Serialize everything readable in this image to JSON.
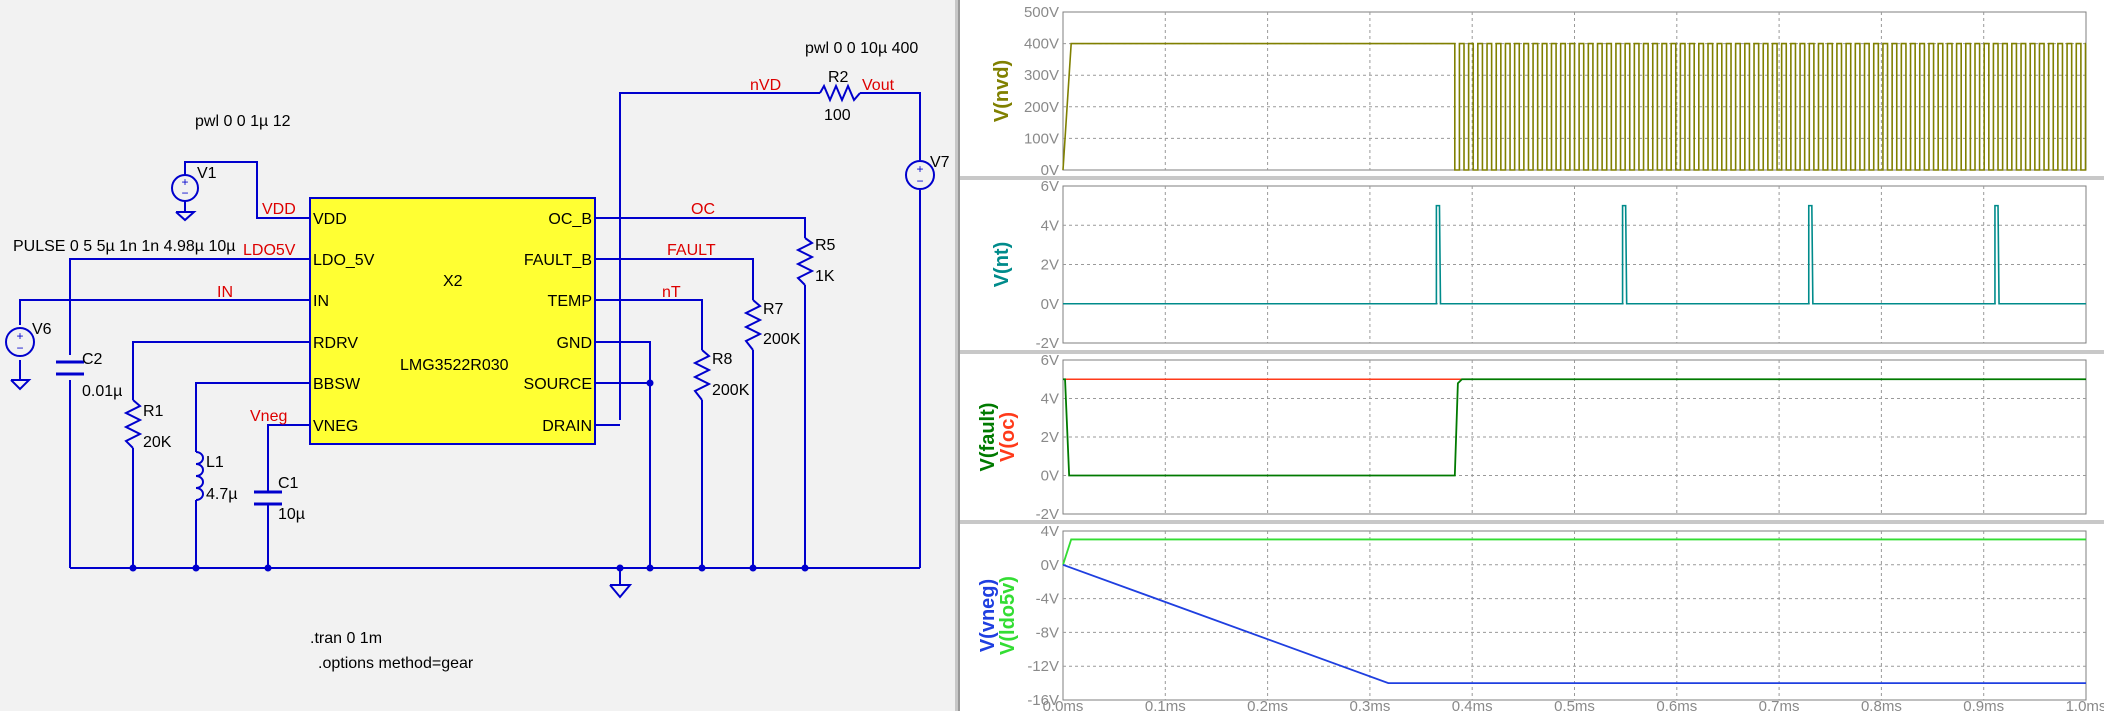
{
  "schematic": {
    "directives": {
      "v2_source": "pwl 0 0 10µ 400",
      "v1_source": "pwl 0 0 1µ 12",
      "v6_source": "PULSE 0 5 5µ 1n 1n 4.98µ 10µ",
      "tran": ".tran 0 1m",
      "options": ".options method=gear"
    },
    "ic": {
      "ref": "X2",
      "part": "LMG3522R030",
      "pins_left": [
        "VDD",
        "LDO_5V",
        "IN",
        "RDRV",
        "BBSW",
        "VNEG"
      ],
      "pins_right": [
        "OC_B",
        "FAULT_B",
        "TEMP",
        "GND",
        "SOURCE",
        "DRAIN"
      ]
    },
    "net_labels": {
      "nvd": "nVD",
      "vout": "Vout",
      "vdd": "VDD",
      "ldo5v": "LDO5V",
      "in": "IN",
      "vneg": "Vneg",
      "oc": "OC",
      "fault": "FAULT",
      "nt": "nT"
    },
    "components": {
      "v1": {
        "ref": "V1"
      },
      "v6": {
        "ref": "V6"
      },
      "v7": {
        "ref": "V7"
      },
      "r2": {
        "ref": "R2",
        "value": "100"
      },
      "r5": {
        "ref": "R5",
        "value": "1K"
      },
      "r7": {
        "ref": "R7",
        "value": "200K"
      },
      "r8": {
        "ref": "R8",
        "value": "200K"
      },
      "r1": {
        "ref": "R1",
        "value": "20K"
      },
      "l1": {
        "ref": "L1",
        "value": "4.7µ"
      },
      "c1": {
        "ref": "C1",
        "value": "10µ"
      },
      "c2": {
        "ref": "C2",
        "value": "0.01µ"
      }
    },
    "colors": {
      "wire": "#0000cd",
      "ic_fill": "#ffff33",
      "net_label": "#dd0000"
    }
  },
  "waveforms": {
    "x_ticks": [
      "0.0ms",
      "0.1ms",
      "0.2ms",
      "0.3ms",
      "0.4ms",
      "0.5ms",
      "0.6ms",
      "0.7ms",
      "0.8ms",
      "0.9ms",
      "1.0ms"
    ],
    "panes": [
      {
        "traces": [
          {
            "label": "V(nvd)",
            "color": "#808000"
          }
        ],
        "y_ticks": [
          "500V",
          "400V",
          "300V",
          "200V",
          "100V",
          "0V"
        ]
      },
      {
        "traces": [
          {
            "label": "V(nt)",
            "color": "#008b8b"
          }
        ],
        "y_ticks": [
          "6V",
          "4V",
          "2V",
          "0V",
          "-2V"
        ]
      },
      {
        "traces": [
          {
            "label": "V(fault)",
            "color": "#007a00"
          },
          {
            "label": "V(oc)",
            "color": "#ff3a1a"
          }
        ],
        "y_ticks": [
          "6V",
          "4V",
          "2V",
          "0V",
          "-2V"
        ]
      },
      {
        "traces": [
          {
            "label": "V(vneg)",
            "color": "#1f3fe0"
          },
          {
            "label": "V(ldo5v)",
            "color": "#33dd33"
          }
        ],
        "y_ticks": [
          "4V",
          "0V",
          "-4V",
          "-8V",
          "-12V",
          "-16V"
        ]
      }
    ]
  }
}
